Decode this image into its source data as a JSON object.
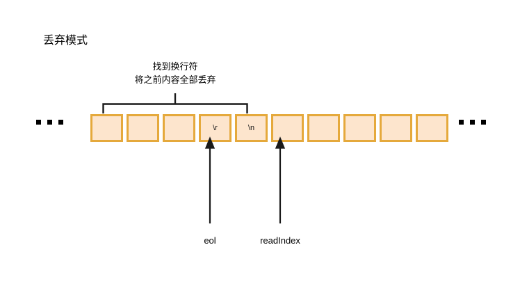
{
  "diagram": {
    "title": "丢弃模式",
    "caption": {
      "line1": "找到换行符",
      "line2": "将之前内容全部丢弃"
    },
    "ellipsis_left": "…",
    "ellipsis_right": "…",
    "cells": [
      {
        "index": 0,
        "label": ""
      },
      {
        "index": 1,
        "label": ""
      },
      {
        "index": 2,
        "label": ""
      },
      {
        "index": 3,
        "label": "\\r"
      },
      {
        "index": 4,
        "label": "\\n"
      },
      {
        "index": 5,
        "label": ""
      },
      {
        "index": 6,
        "label": ""
      },
      {
        "index": 7,
        "label": ""
      },
      {
        "index": 8,
        "label": ""
      },
      {
        "index": 9,
        "label": ""
      }
    ],
    "pointers": [
      {
        "name": "eol",
        "label": "eol",
        "target_cell": 3
      },
      {
        "name": "readIndex",
        "label": "readIndex",
        "target_cell": 5
      }
    ],
    "colors": {
      "cell_fill": "#fde5cd",
      "cell_border": "#e5a93c",
      "line": "#1a1a1a",
      "text": "#000000",
      "background": "#ffffff"
    }
  }
}
